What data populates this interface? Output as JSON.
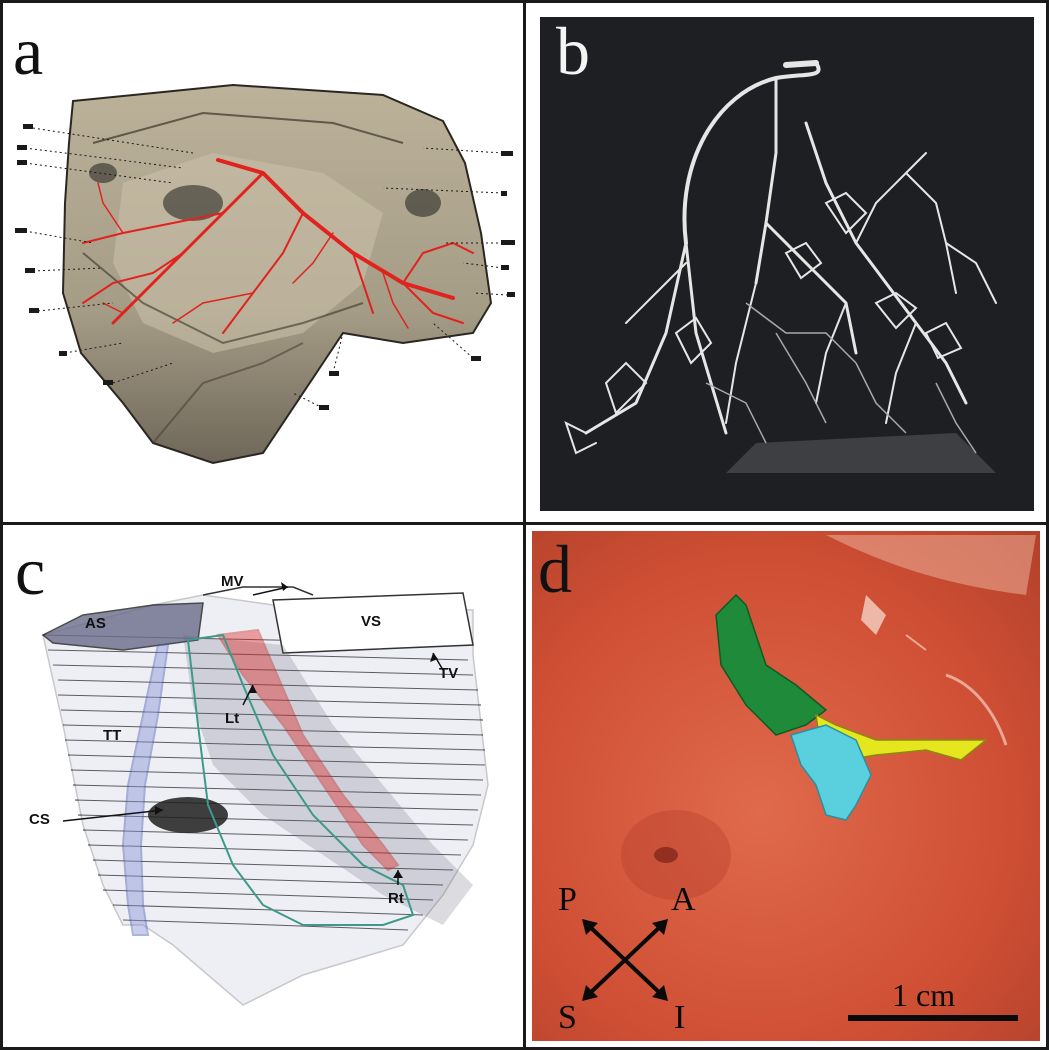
{
  "panels": {
    "a": {
      "letter": "a"
    },
    "b": {
      "letter": "b"
    },
    "c": {
      "letter": "c",
      "labels": {
        "mv": "MV",
        "as": "AS",
        "vs": "VS",
        "tv": "TV",
        "tt": "TT",
        "lt": "Lt",
        "cs": "CS",
        "rt": "Rt"
      }
    },
    "d": {
      "letter": "d",
      "directions": {
        "p": "P",
        "a": "A",
        "s": "S",
        "i": "I"
      },
      "scale_bar": "1 cm"
    }
  },
  "colors": {
    "border": "#1a1a1a",
    "conduction_red": "#e0231e",
    "fiber_blue": "#4a5fb0",
    "fiber_teal": "#3d9a8a",
    "model_green": "#1e8a3a",
    "model_yellow": "#e6e61e",
    "model_cyan": "#5ad0de",
    "tissue_orange": "#d2553a"
  }
}
